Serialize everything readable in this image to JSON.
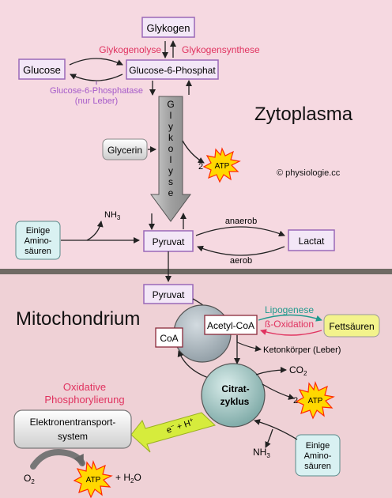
{
  "regions": {
    "cytoplasm_label": "Zytoplasma",
    "mitochondrion_label": "Mitochondrium",
    "copyright": "© physiologie.cc"
  },
  "nodes": {
    "glykogen": "Glykogen",
    "glucose": "Glucose",
    "glucose6p": "Glucose-6-Phosphat",
    "glycerin": "Glycerin",
    "amino_top_1": "Einige",
    "amino_top_2": "Amino-",
    "amino_top_3": "säuren",
    "pyruvat": "Pyruvat",
    "lactat": "Lactat",
    "pyruvat_mito": "Pyruvat",
    "coa": "CoA",
    "acetyl_coa": "Acetyl-CoA",
    "fettsaeuren": "Fettsäuren",
    "citrat_1": "Citrat-",
    "citrat_2": "zyklus",
    "etc_1": "Elektronentransport-",
    "etc_2": "system",
    "amino_bottom_1": "Einige",
    "amino_bottom_2": "Amino-",
    "amino_bottom_3": "säuren"
  },
  "labels": {
    "glykogenolyse": "Glykogenolyse",
    "glykogensynthese": "Glykogensynthese",
    "phosphatase_1": "Glucose-6-Phosphatase",
    "phosphatase_2": "(nur Leber)",
    "glykolyse_letters": [
      "G",
      "l",
      "y",
      "k",
      "o",
      "l",
      "y",
      "s",
      "e"
    ],
    "nh3_top": "NH",
    "nh3_sub": "3",
    "anaerob": "anaerob",
    "aerob": "aerob",
    "lipogenese": "Lipogenese",
    "beta_oxidation": "ß-Oxidation",
    "ketonkoerper": "Ketonkörper (Leber)",
    "co2": "CO",
    "co2_sub": "2",
    "oxphos_1": "Oxidative",
    "oxphos_2": "Phosphorylierung",
    "electrons": "e",
    "electrons_sup": "−",
    "plus": " + H",
    "h_sup": "+",
    "nh3_bottom": "NH",
    "nh3_bottom_sub": "3",
    "o2": "O",
    "o2_sub": "2",
    "h2o_prefix": "+ H",
    "h2o_sub": "2",
    "h2o_suffix": "O",
    "atp": "ATP",
    "two": "2"
  },
  "colors": {
    "cytoplasm_bg": "#f6d9e1",
    "mito_bg": "#efd1d6",
    "membrane": "#6f6a64",
    "box_fill": "#f3e7f7",
    "box_stroke": "#9a68b8",
    "purple_text": "#a55ac9",
    "pink_text": "#e0325f",
    "teal_text": "#1f9a8e",
    "fett_fill": "#f3f38c",
    "amino_fill": "#d9f1f2",
    "atp_fill": "#ffd800",
    "atp_stroke": "#ff2a00",
    "glykolyse_arrow": "#a4a4a4",
    "cycle_fill": "#90b8b6",
    "coa_circle": "#a4b1b8",
    "electron_arrow": "#d6ec3c"
  },
  "icons": [
    "atp-starburst-icon",
    "glycolysis-arrow-icon",
    "electron-arrow-icon"
  ]
}
